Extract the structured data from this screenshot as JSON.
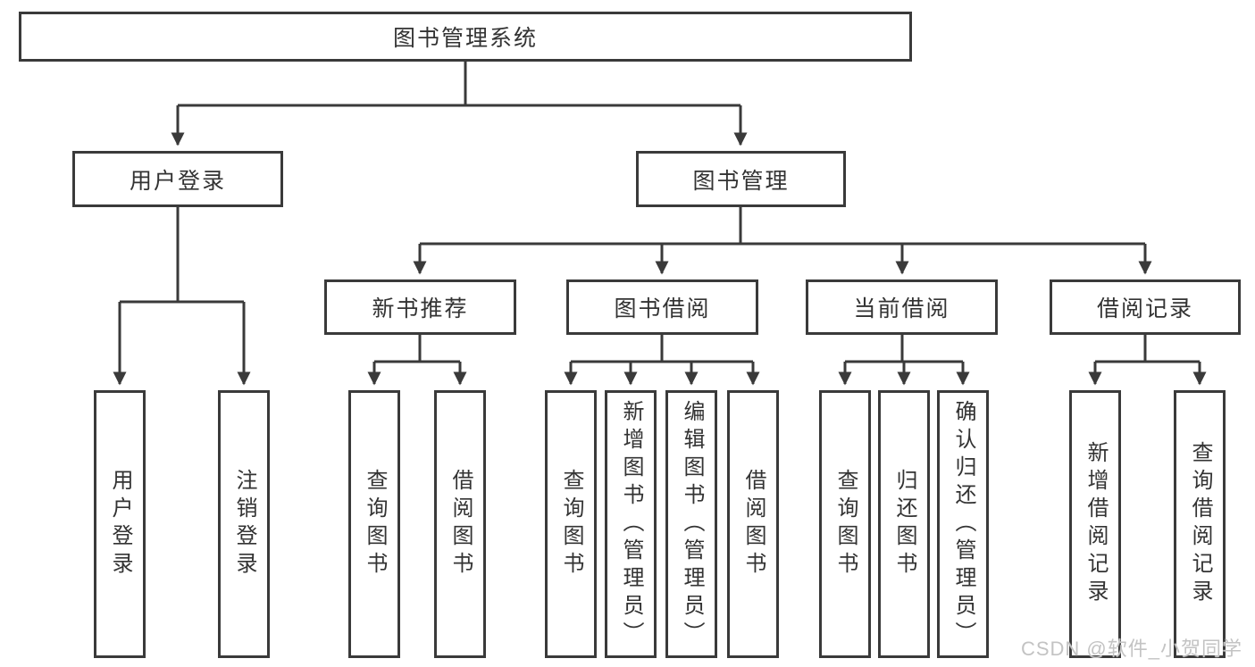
{
  "diagram": {
    "root": "图书管理系统",
    "branches": {
      "user": {
        "label": "用户登录",
        "children": [
          "用户登录",
          "注销登录"
        ]
      },
      "books": {
        "label": "图书管理",
        "sections": [
          {
            "label": "新书推荐",
            "children": [
              "查询图书",
              "借阅图书"
            ]
          },
          {
            "label": "图书借阅",
            "children": [
              "查询图书",
              "新增图书（管理员）",
              "编辑图书（管理员）",
              "借阅图书"
            ]
          },
          {
            "label": "当前借阅",
            "children": [
              "查询图书",
              "归还图书",
              "确认归还（管理员）"
            ]
          },
          {
            "label": "借阅记录",
            "children": [
              "新增借阅记录",
              "查询借阅记录"
            ]
          }
        ]
      }
    },
    "line_color": "#3a3a3a"
  },
  "watermark": "CSDN @软件_小贺同学"
}
